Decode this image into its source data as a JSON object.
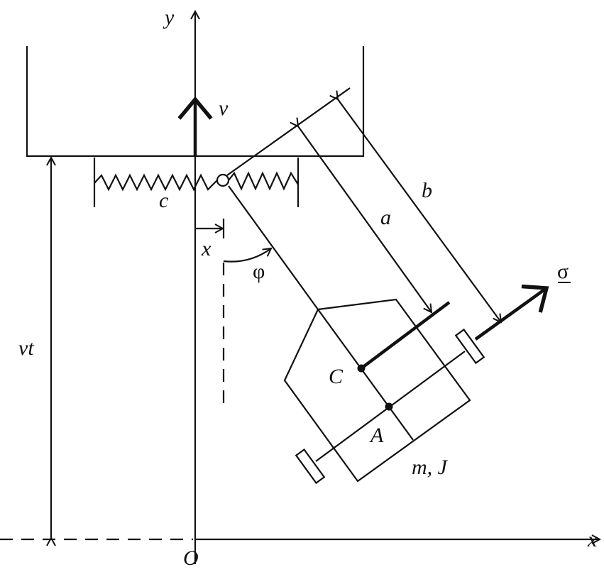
{
  "labels": {
    "y_axis": "y",
    "x_axis": "x",
    "origin": "O",
    "velocity": "v",
    "spring": "c",
    "displacement": "x",
    "angle": "φ",
    "vt": "vt",
    "a": "a",
    "b": "b",
    "C": "C",
    "A": "A",
    "mass_inertia": "m, J",
    "sigma": "σ"
  }
}
